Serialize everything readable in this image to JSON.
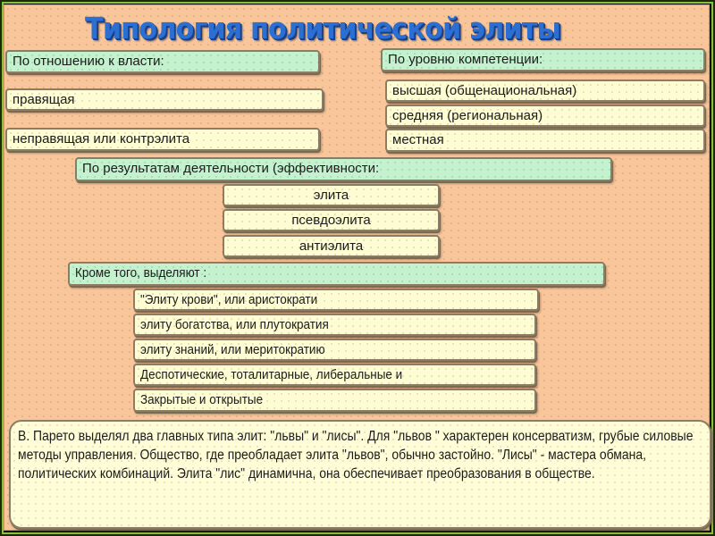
{
  "slide": {
    "title": "Типология политической элиты",
    "colors": {
      "background": "#f9c69b",
      "header_box": "#c4f2cf",
      "item_box": "#fefcd2",
      "title_text": "#2c6fd3",
      "frame": "#8cbf3a"
    },
    "by_power": {
      "header": "По отношению к власти:",
      "items": [
        "правящая",
        "неправящая или контрэлита"
      ]
    },
    "by_competence": {
      "header": "По уровню компетенции:",
      "items": [
        "высшая (общенациональная)",
        "средняя (региональная)",
        "местная"
      ]
    },
    "by_results": {
      "header": "По результатам деятельности (эффективности:",
      "items": [
        "элита",
        "псевдоэлита",
        "антиэлита"
      ]
    },
    "additionally": {
      "header": "Кроме того, выделяют :",
      "items": [
        "\"Элиту крови\", или аристократи",
        "элиту богатства, или плутократия",
        "элиту знаний, или меритократию",
        "Деспотические, тоталитарные, либеральные и",
        "Закрытые и открытые"
      ]
    },
    "note": "В. Парето выделял два главных типа элит: \"львы\" и \"лисы\".  Для \"львов \" характерен консерватизм, грубые силовые методы управления. Общество, где преобладает элита \"львов\", обычно застойно. \"Лисы\" - мастера обмана, политических комбинаций. Элита \"лис\" динамична, она обеспечивает преобразования в обществе."
  }
}
